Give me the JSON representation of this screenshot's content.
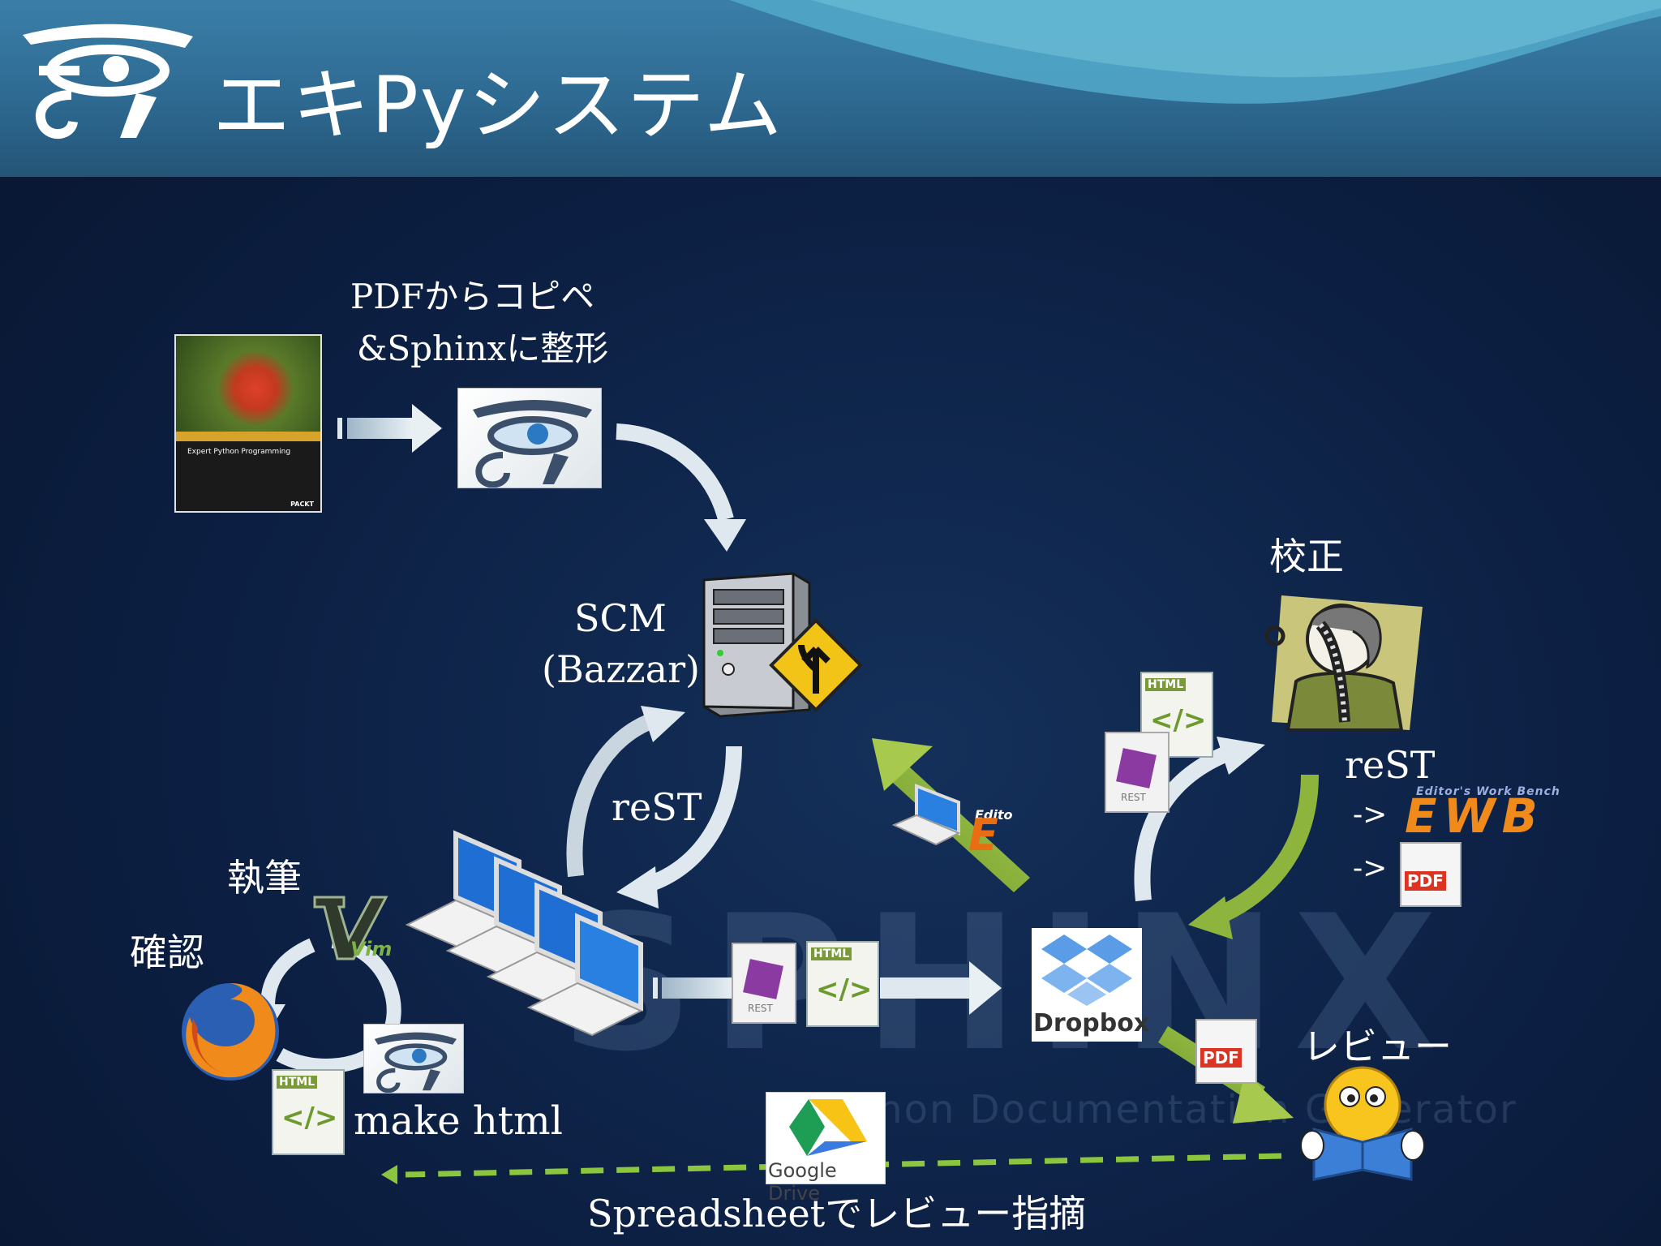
{
  "slide": {
    "title": "エキPyシステム",
    "colors": {
      "background": "#0c1f42",
      "header": "#2e6a92",
      "arrow_white": "#dfe8ee",
      "arrow_green": "#8db43c",
      "dashed_green": "#8cc63f"
    }
  },
  "labels": {
    "pdf_copy": "PDFからコピペ",
    "sphinx_format": "&Sphinxに整形",
    "scm": "SCM",
    "bazzar": "(Bazzar)",
    "rest_center": "reST",
    "shippitsu": "執筆",
    "kakunin": "確認",
    "make_html": "make html",
    "kousei": "校正",
    "rest_right": "reST",
    "to_ewb": "->",
    "to_pdf": "->",
    "review": "レビュー",
    "spreadsheet": "Spreadsheetでレビュー指摘"
  },
  "book": {
    "title": "Expert Python Programming",
    "publisher": "PACKT"
  },
  "icons": {
    "dropbox_label": "Dropbox",
    "gdrive_label": "Google Drive",
    "html_tag": "HTML",
    "rest_tag": "REST",
    "pdf_tag": "PDF",
    "ewb_label": "EWB",
    "ewb_sub": "Editor's Work Bench",
    "editor_e": "E",
    "editor_text": "Edito",
    "vim_label": "Vim"
  },
  "watermark": {
    "big": "SPHINX",
    "small": "Python Documentation Generator"
  }
}
